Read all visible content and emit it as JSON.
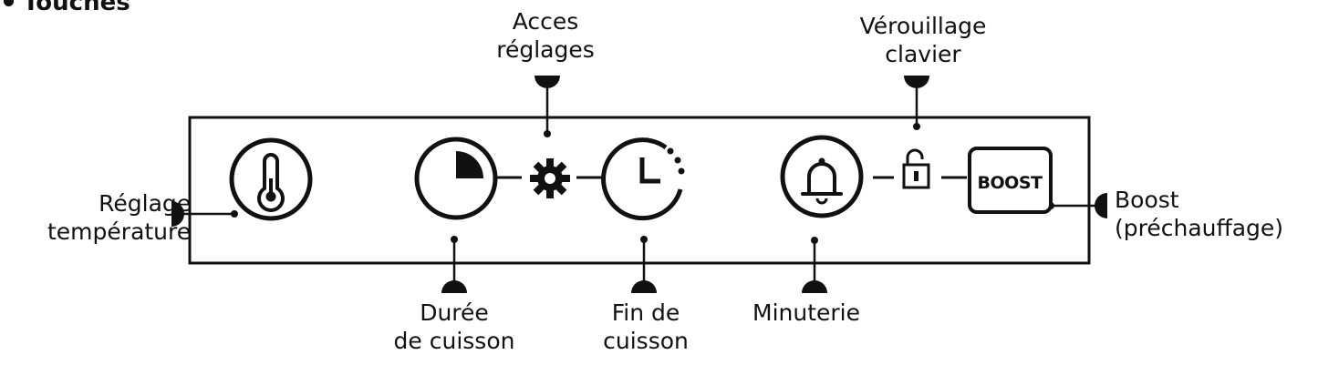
{
  "heading": {
    "text": "Touches"
  },
  "callouts": {
    "temperature": {
      "line1": "Réglage",
      "line2": "température"
    },
    "settings": {
      "line1": "Acces",
      "line2": "réglages"
    },
    "duration": {
      "line1": "Durée",
      "line2": "de cuisson"
    },
    "end": {
      "line1": "Fin de",
      "line2": "cuisson"
    },
    "timer": {
      "line1": "Minuterie"
    },
    "lock": {
      "line1": "Vérouillage",
      "line2": "clavier"
    },
    "boost": {
      "line1": "Boost",
      "line2": "(préchauffage)"
    }
  },
  "keys": {
    "temperature_icon": "thermometer-icon",
    "duration_icon": "pie-timer-icon",
    "settings_icon": "gear-icon",
    "end_icon": "clock-icon",
    "timer_icon": "bell-icon",
    "lock_icon": "unlocked-padlock-icon",
    "boost_label": "BOOST"
  }
}
